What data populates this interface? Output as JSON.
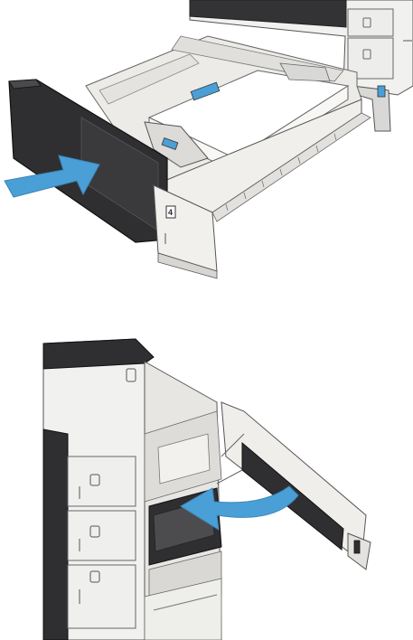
{
  "colors": {
    "arrow": "#4a9fd6",
    "body_light": "#ececea",
    "body_dark": "#2f2f31",
    "outline": "#555555",
    "paper": "#ffffff"
  },
  "top_figure": {
    "tray_number": "4",
    "arrow_direction": "push-right"
  },
  "bottom_figure": {
    "arrow_direction": "swing-close-left"
  }
}
